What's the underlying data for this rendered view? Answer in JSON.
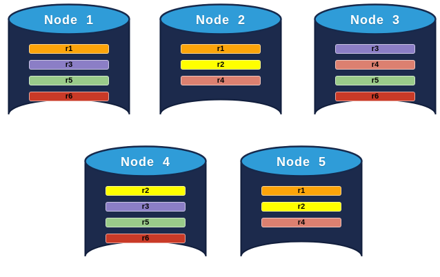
{
  "colors": {
    "background": "#FFFFFF",
    "cylinder_body": "#1C2A4C",
    "cylinder_outline": "#111E3C",
    "cylinder_top": "#2F9CD8",
    "cylinder_top_outline": "#16294C",
    "title_text": "#FFFFFF",
    "bar_text": "#000000",
    "partitions": {
      "r1": "#FCA40A",
      "r2": "#FFFF00",
      "r3": "#8B7EC6",
      "r4": "#DC8070",
      "r5": "#9ACB8A",
      "r6": "#C93A27"
    }
  },
  "diagram": {
    "type": "database-replication-layout",
    "nodes": [
      {
        "label": "Node  1",
        "replicas": [
          "r1",
          "r3",
          "r5",
          "r6"
        ]
      },
      {
        "label": "Node  2",
        "replicas": [
          "r1",
          "r2",
          "r4"
        ]
      },
      {
        "label": "Node  3",
        "replicas": [
          "r3",
          "r4",
          "r5",
          "r6"
        ]
      },
      {
        "label": "Node  4",
        "replicas": [
          "r2",
          "r3",
          "r5",
          "r6"
        ]
      },
      {
        "label": "Node  5",
        "replicas": [
          "r1",
          "r2",
          "r4"
        ]
      }
    ]
  }
}
